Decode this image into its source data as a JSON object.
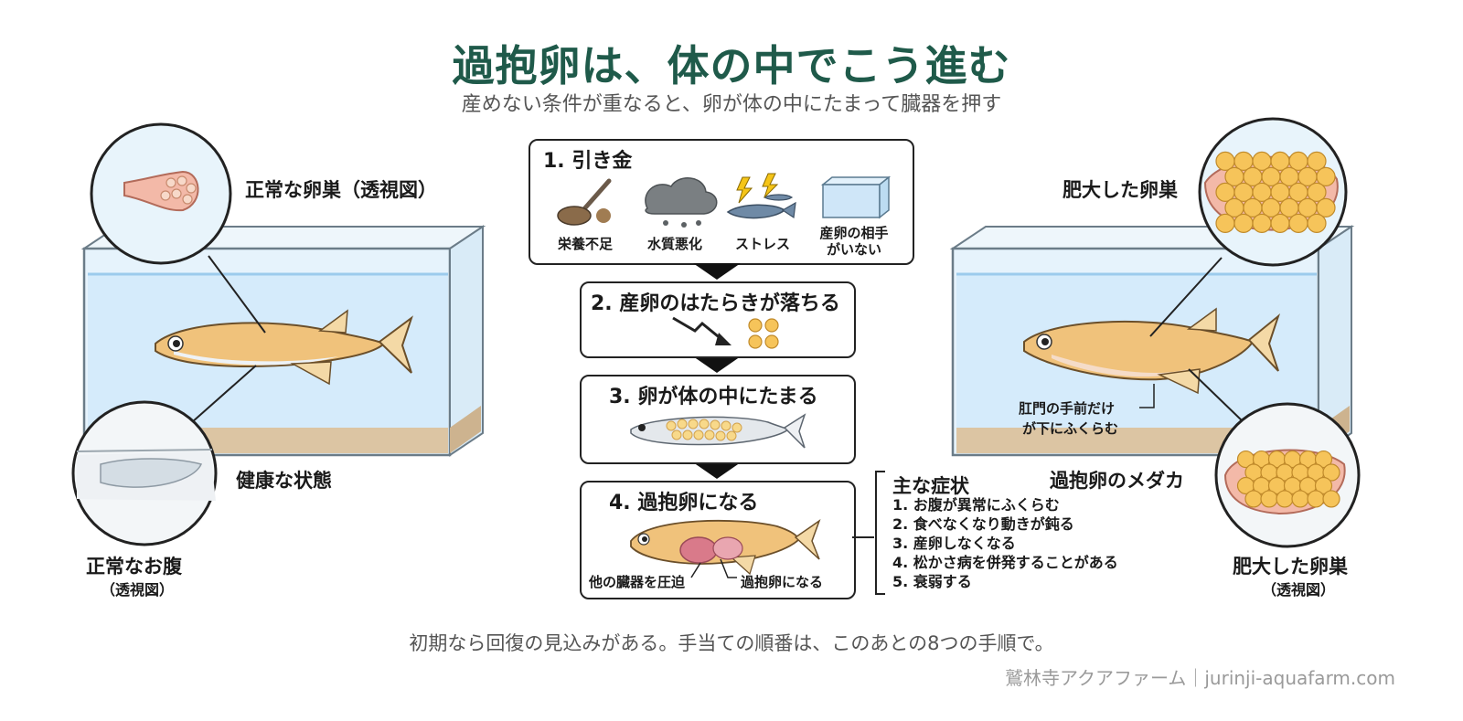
{
  "title": "過抱卵は、体の中でこう進む",
  "subtitle": "産めない条件が重なると、卵が体の中にたまって臓器を押す",
  "left": {
    "ovary_label": "正常な卵巣（透視図）",
    "state_label": "健康な状態",
    "belly_label": "正常なお腹",
    "belly_sub": "（透視図）"
  },
  "right": {
    "ovary_label": "肥大した卵巣",
    "state_label": "過抱卵のメダカ",
    "bulge_line1": "肛門の手前だけ",
    "bulge_line2": "が下にふくらむ",
    "ovary_bottom_label": "肥大した卵巣",
    "ovary_bottom_sub": "（透視図）"
  },
  "steps": {
    "s1": {
      "title": "1. 引き金",
      "items": [
        "栄養不足",
        "水質悪化",
        "ストレス",
        "産卵の相手",
        "がいない"
      ]
    },
    "s2": {
      "title": "2. 産卵のはたらきが落ちる"
    },
    "s3": {
      "title": "3. 卵が体の中にたまる"
    },
    "s4": {
      "title": "4. 過抱卵になる",
      "left_note": "他の臓器を圧迫",
      "right_note": "過抱卵になる"
    }
  },
  "symptoms": {
    "title": "主な症状",
    "items": [
      "1. お腹が異常にふくらむ",
      "2. 食べなくなり動きが鈍る",
      "3. 産卵しなくなる",
      "4. 松かさ病を併発することがある",
      "5. 衰弱する"
    ]
  },
  "footer": "初期なら回復の見込みがある。手当ての順番は、このあとの8つの手順で。",
  "credit": "鷲林寺アクアファーム｜jurinji-aquafarm.com",
  "colors": {
    "title": "#1f5a4a",
    "water": "#dcefff",
    "sand": "#dcc5a3",
    "egg": "#f6c45a",
    "fish": "#f0c27b"
  }
}
